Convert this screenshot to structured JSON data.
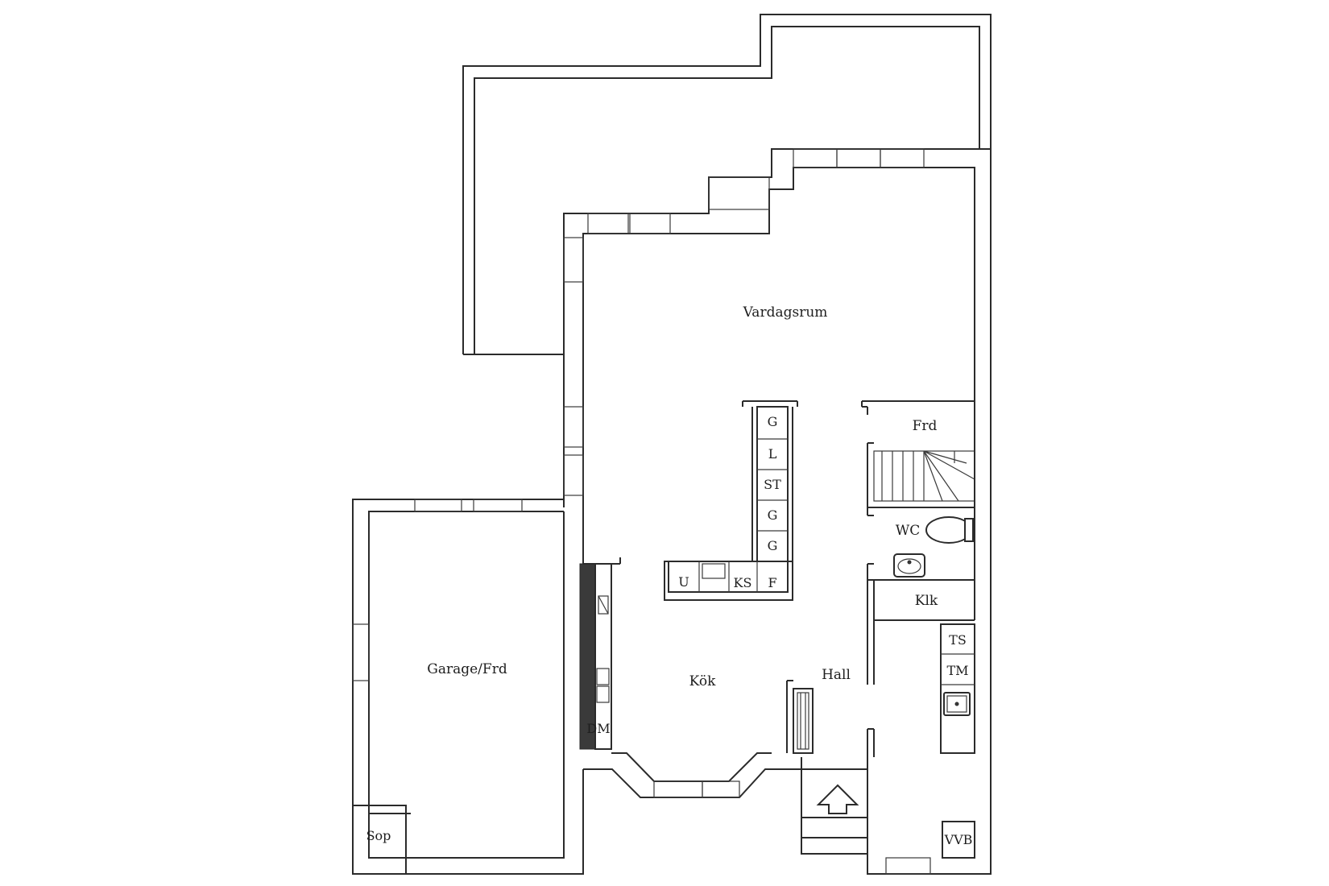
{
  "rooms": {
    "vardagsrum": "Vardagsrum",
    "frd_upper": "Frd",
    "wc": "WC",
    "klk": "Klk",
    "hall": "Hall",
    "kok": "Kök",
    "garage": "Garage/Frd",
    "sop": "Sop"
  },
  "fixtures": {
    "g1": "G",
    "l": "L",
    "st": "ST",
    "g2": "G",
    "g3": "G",
    "u": "U",
    "ks": "KS",
    "f": "F",
    "dm": "DM",
    "ts": "TS",
    "tm": "TM",
    "vvb": "VVB"
  },
  "icons": {
    "entrance": "up-arrow-icon",
    "stairs": "staircase-icon",
    "toilet": "toilet-icon",
    "washbasin": "washbasin-icon",
    "kitchen_sink": "double-sink-icon",
    "utility_sink": "sink-icon",
    "radiator": "radiator-icon",
    "stove": "stove-icon"
  }
}
